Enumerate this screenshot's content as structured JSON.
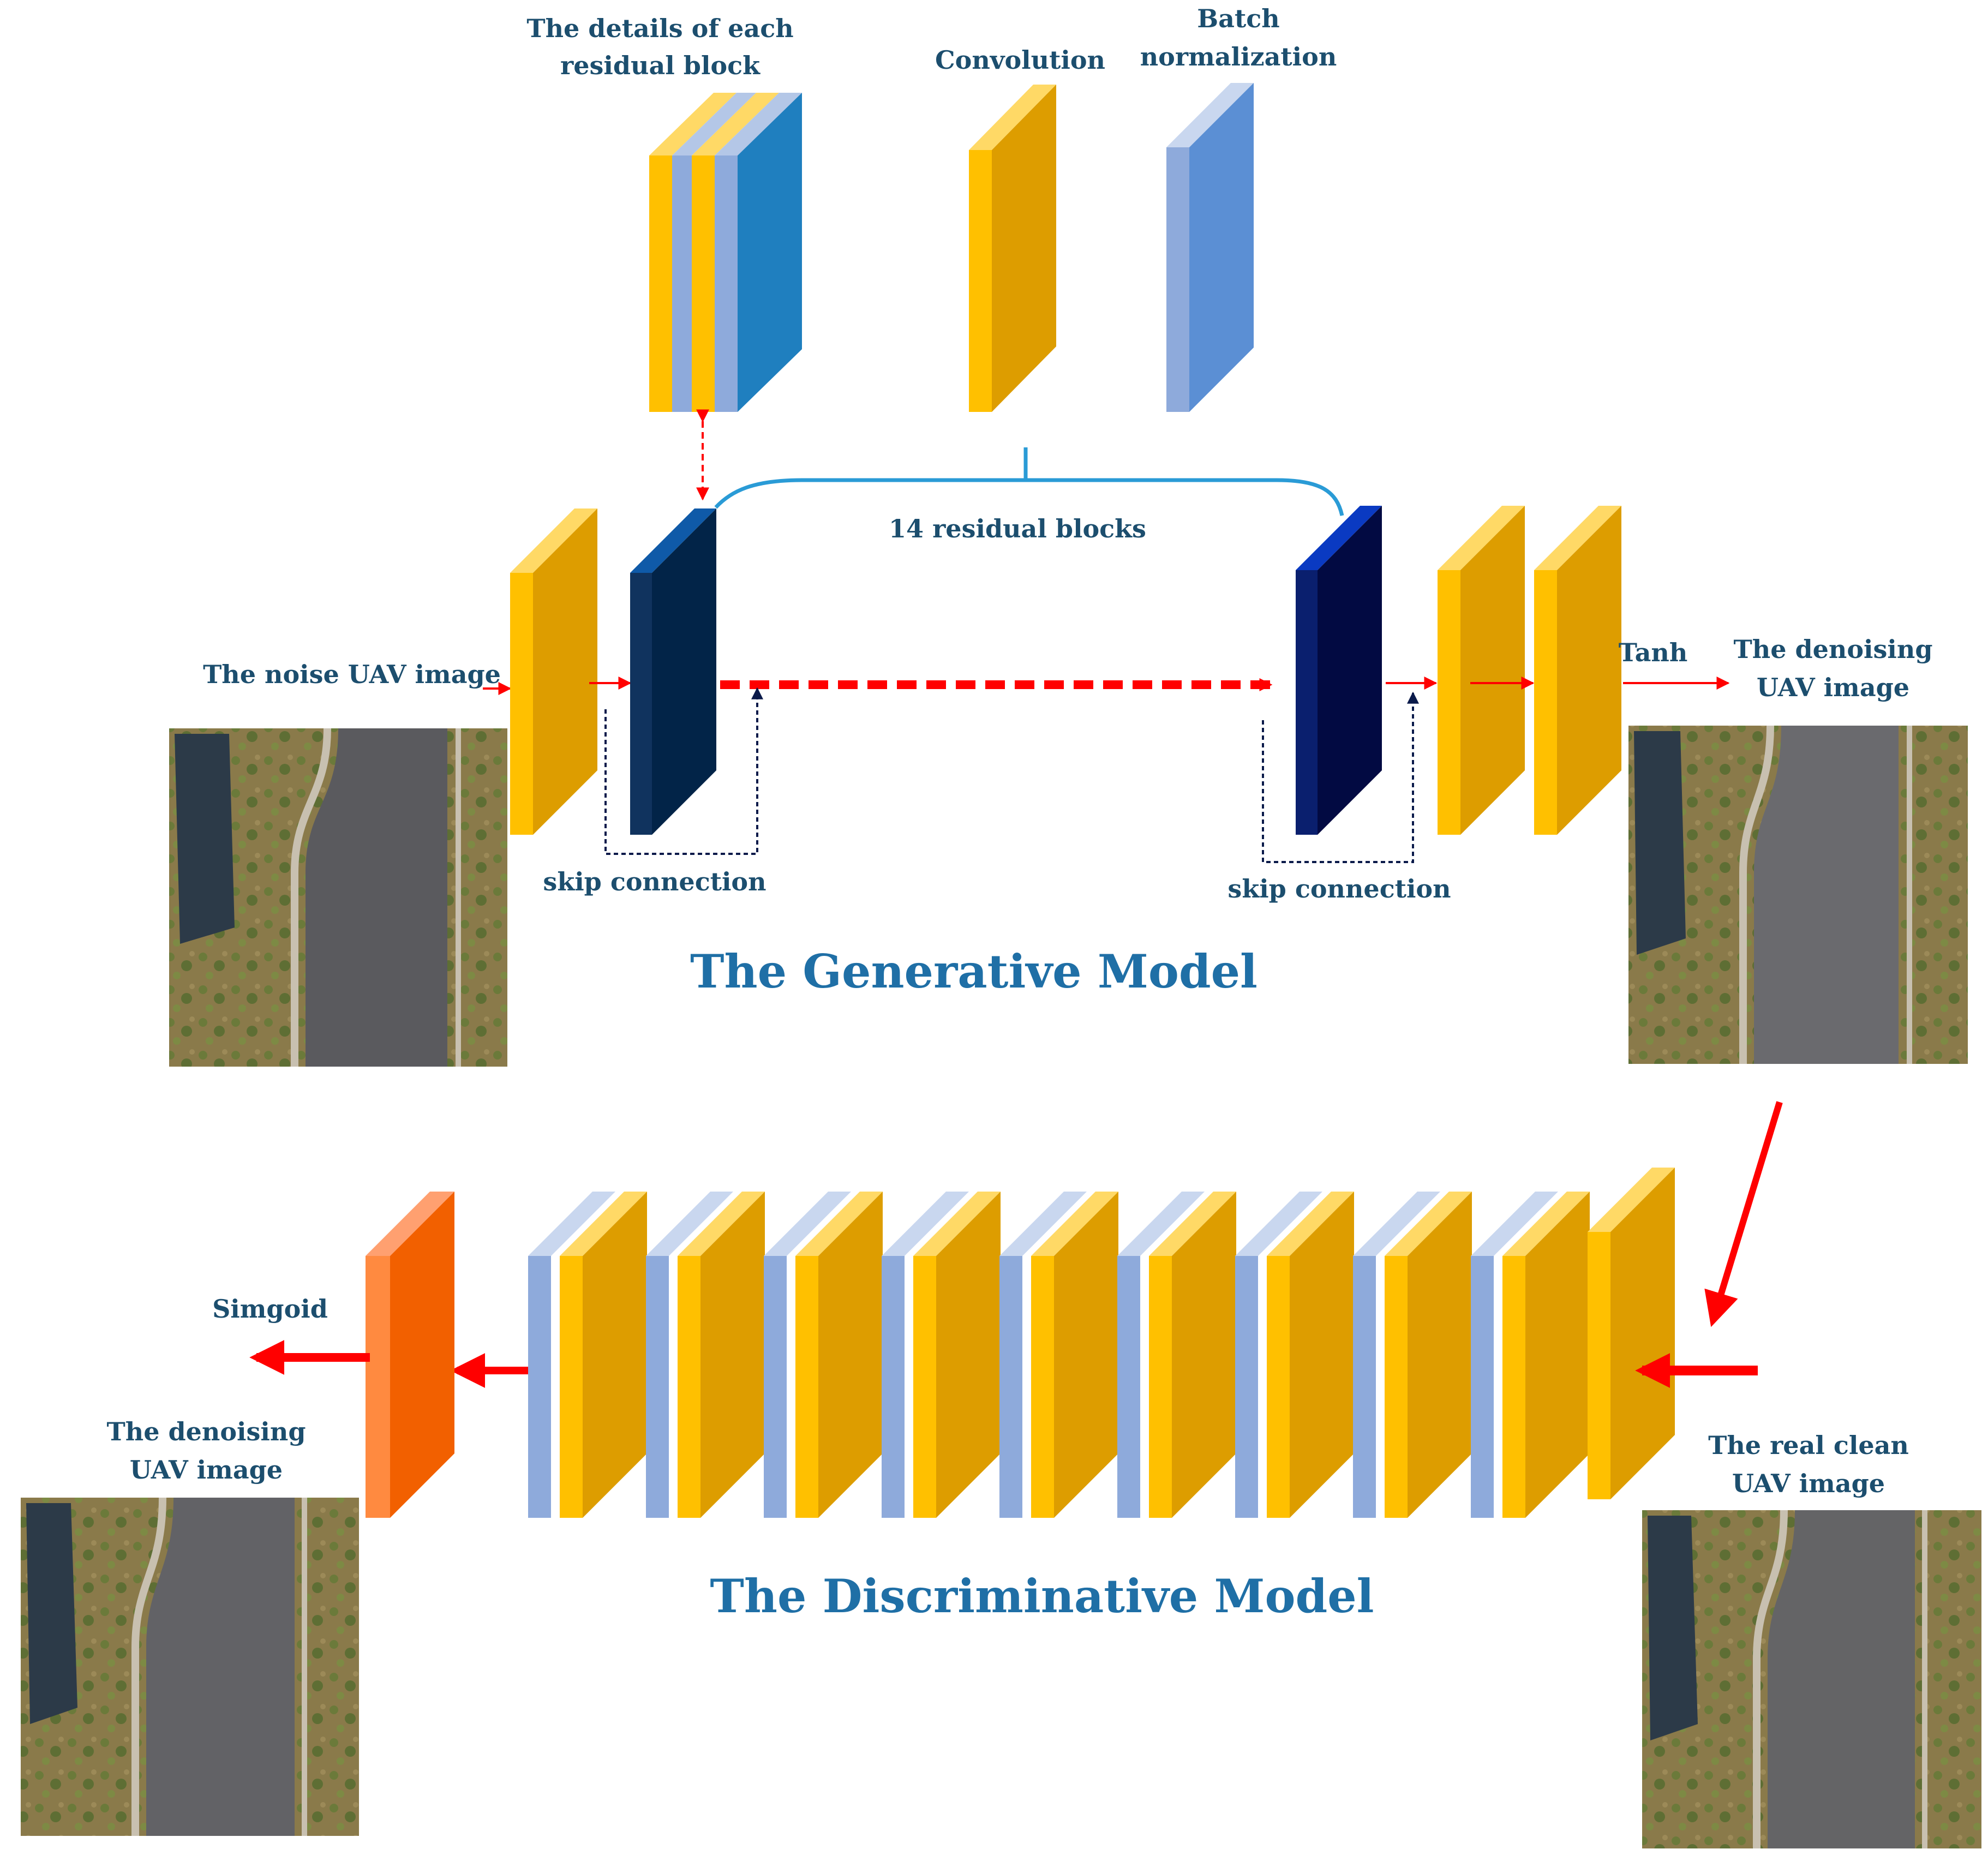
{
  "legend": {
    "residual_block_details": [
      "The details of each",
      "residual block"
    ],
    "convolution": "Convolution",
    "batch_normalization": [
      "Batch",
      "normalization"
    ]
  },
  "generator": {
    "title": "The Generative Model",
    "residual_count_label": "14 residual blocks",
    "input_label": "The noise UAV image",
    "output_activation": "Tanh",
    "output_label": [
      "The denoising",
      "UAV image"
    ],
    "skip_label_left": "skip connection",
    "skip_label_right": "skip connection"
  },
  "discriminator": {
    "title": "The Discriminative Model",
    "output_activation": "Simgoid",
    "fake_input_label": [
      "The denoising",
      "UAV image"
    ],
    "real_input_label": [
      "The real clean",
      "UAV image"
    ],
    "conv_bn_pairs": 9
  },
  "colors": {
    "conv": "#ffc000",
    "bn": "#8eaadb",
    "residual": "#002244",
    "sigmoid": "#ff6600",
    "arrow": "#ff0000",
    "text": "#1c4e6e",
    "title": "#1f6fa6"
  }
}
